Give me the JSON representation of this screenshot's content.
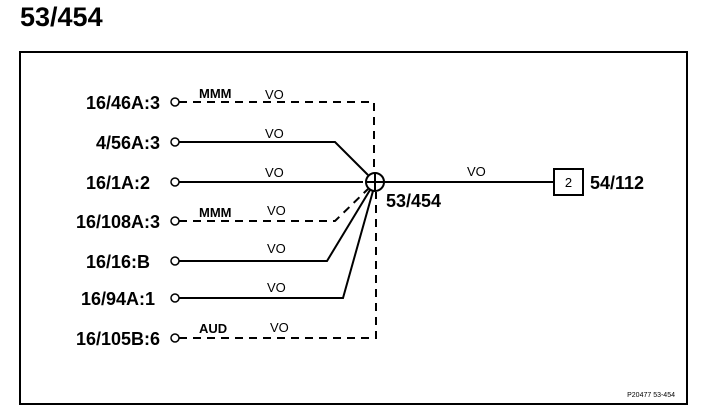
{
  "title": "53/454",
  "node": {
    "label": "53/454"
  },
  "inputs": [
    {
      "label": "16/46A:3",
      "signal": "VO",
      "tag": "MMM"
    },
    {
      "label": "4/56A:3",
      "signal": "VO",
      "tag": ""
    },
    {
      "label": "16/1A:2",
      "signal": "VO",
      "tag": ""
    },
    {
      "label": "16/108A:3",
      "signal": "VO",
      "tag": "MMM"
    },
    {
      "label": "16/16:B",
      "signal": "VO",
      "tag": ""
    },
    {
      "label": "16/94A:1",
      "signal": "VO",
      "tag": ""
    },
    {
      "label": "16/105B:6",
      "signal": "VO",
      "tag": "AUD"
    }
  ],
  "output": {
    "signal": "VO",
    "box_number": "2",
    "label": "54/112"
  },
  "figure_ref": "P20477  53-454"
}
